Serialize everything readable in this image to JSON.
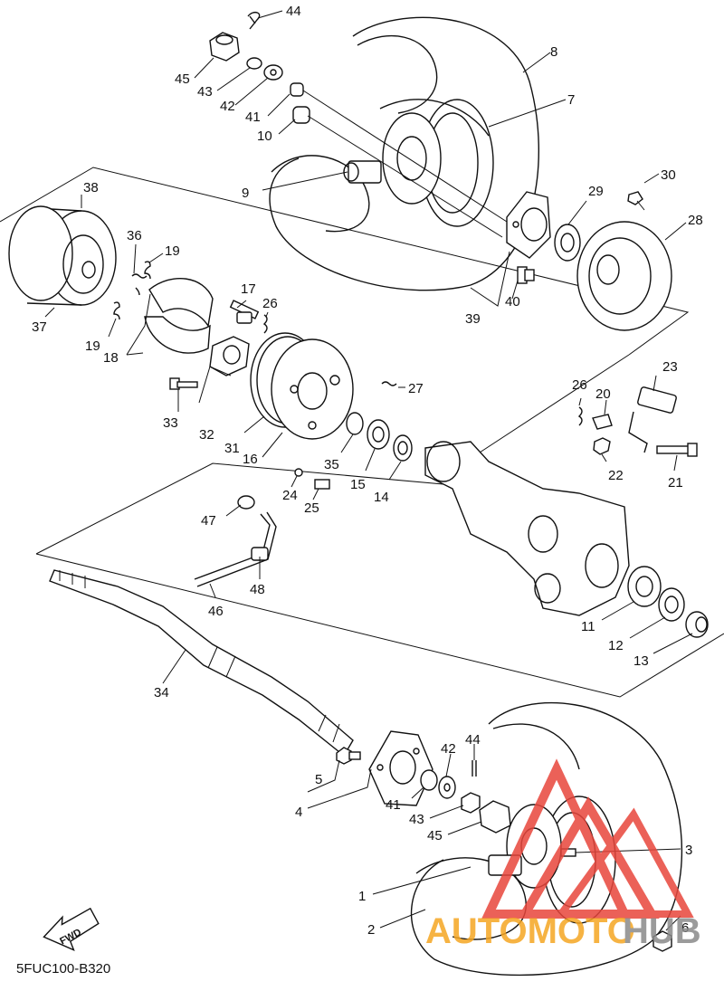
{
  "diagram_code": "5FUC100-B320",
  "fwd_label": "FWD",
  "watermark": {
    "text_a": "AUTOMOTO",
    "text_b": "HUB",
    "color_a": "#f5a623",
    "color_b": "#8a8a8a",
    "logo_color": "#e8463c"
  },
  "labels": [
    "44",
    "45",
    "43",
    "42",
    "41",
    "10",
    "8",
    "7",
    "9",
    "30",
    "29",
    "28",
    "40",
    "39",
    "38",
    "36",
    "19",
    "37",
    "19",
    "18",
    "17",
    "26",
    "33",
    "32",
    "31",
    "16",
    "27",
    "35",
    "15",
    "14",
    "26",
    "20",
    "23",
    "22",
    "21",
    "24",
    "25",
    "47",
    "46",
    "48",
    "11",
    "12",
    "13",
    "34",
    "42",
    "44",
    "5",
    "4",
    "41",
    "43",
    "45",
    "3",
    "1",
    "2",
    "6"
  ]
}
